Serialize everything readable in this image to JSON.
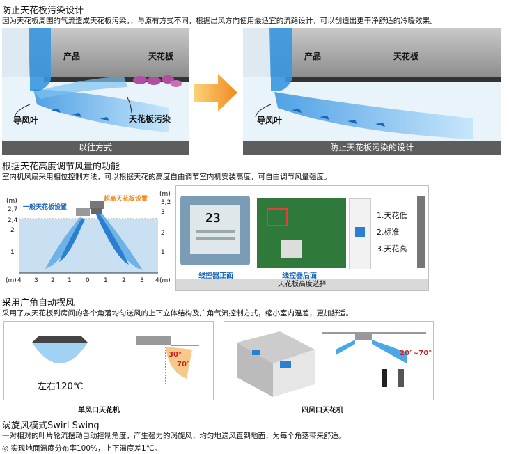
{
  "section1": {
    "title": "防止天花板污染设计",
    "desc": "因为天花板周围的气流造成天花板污染，，与原有方式不同，根据出风方向使用最适宜的流路设计，可以创造出更干净舒适的冷暖效果。",
    "left": {
      "product": "产品",
      "ceiling": "天花板",
      "louver": "导风叶",
      "stain": "天花板污染",
      "caption": "以往方式"
    },
    "right": {
      "product": "产品",
      "ceiling": "天花板",
      "louver": "导风叶",
      "caption": "防止天花板污染的设计"
    }
  },
  "section2": {
    "title": "根据天花高度调节风量的功能",
    "desc": "室内机风扇采用相位控制方法，可以根据天花的高度自由调节室内机安装高度，可自由调节风量强度。",
    "chart": {
      "normal_label": "一般天花板设置",
      "high_label": "超高天花板设置",
      "unit": "(m)",
      "left_ticks": [
        "2,7",
        "2,4",
        "2",
        "1"
      ],
      "right_ticks": [
        "3,2",
        "3",
        "2",
        "1"
      ],
      "x_ticks": [
        "4",
        "3",
        "2",
        "1",
        "0",
        "1",
        "2",
        "3",
        "4"
      ]
    },
    "controller": {
      "display": "23",
      "front_label": "线控器正面",
      "back_label": "线控器后面",
      "caption": "天花板高度选择",
      "options": [
        "1.天花低",
        "2.标准",
        "3.天花高"
      ]
    }
  },
  "section3": {
    "title": "采用广角自动摆风",
    "desc": "采用了从天花板到房间的各个角落均匀送风的上下立体结构及广角气流控制方式，缩小室内温差，更加舒适。",
    "single": {
      "angle": "左右120℃",
      "a1": "30°",
      "a2": "70°",
      "caption": "单风口天花机"
    },
    "four": {
      "angle": "20°~70°",
      "caption": "四风口天花机"
    }
  },
  "section4": {
    "title_cn": "涡旋风模式",
    "title_en": "Swirl Swing",
    "desc": "一对相对的叶片轮流摆动自动控制角度，产生强力的涡旋风，均匀地送风直到地面，为每个角落带来舒适。",
    "note": "◎ 实现地面温度分布率100%，上下温度差1℃。"
  },
  "colors": {
    "accent_orange": "#f08a1e",
    "air_blue": "#4aa7e8",
    "caption_bar": "#5d5d5d",
    "stain_purple": "#b04fa0"
  }
}
